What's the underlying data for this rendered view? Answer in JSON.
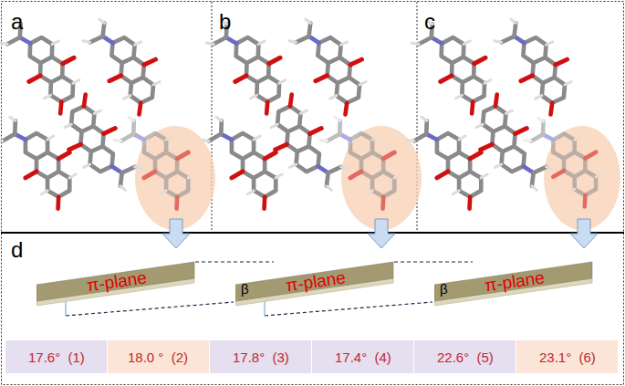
{
  "diagram": {
    "nodes": [
      {
        "text": [
          "π-plane"
        ]
      },
      {
        "text": [
          "β",
          "π-plane"
        ]
      },
      {
        "text": [
          "β",
          "π-plane"
        ]
      },
      {
        "text": [
          "17.6°  (1)"
        ]
      },
      {
        "text": [
          "18.0 °  (2)"
        ]
      },
      {
        "text": [
          "17.8°  (3)"
        ]
      },
      {
        "text": [
          "17.4°  (4)"
        ]
      },
      {
        "text": [
          "22.6°  (5)"
        ]
      },
      {
        "text": [
          "23.1°  (6)"
        ]
      }
    ],
    "labels": [
      "a",
      "b",
      "c",
      "d"
    ]
  }
}
